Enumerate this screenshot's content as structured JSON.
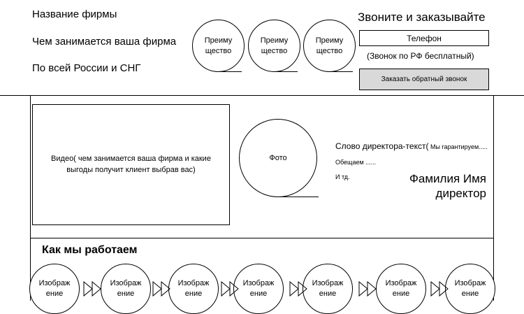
{
  "header": {
    "company_name": "Название фирмы",
    "company_activity": "Чем занимается ваша фирма",
    "coverage": "По всей России и СНГ",
    "advantages": [
      {
        "line1": "Преиму",
        "line2": "щество"
      },
      {
        "line1": "Преиму",
        "line2": "щество"
      },
      {
        "line1": "Преиму",
        "line2": "щество"
      }
    ],
    "call_heading": "Звоните и заказывайте",
    "phone_label": "Телефон",
    "free_call_note": "(Звонок по РФ бесплатный)",
    "callback_button": "Заказать обратный звонок"
  },
  "director": {
    "video_text_line1": "Видео( чем занимается ваша фирма и какие",
    "video_text_line2": "выгоды получит клиент выбрав вас)",
    "photo_label": "Фото",
    "speech_title": "Слово директора-текст(",
    "speech_small1": " Мы гарантируем.....",
    "speech_line2": "Обещаем ......",
    "speech_line3": "И тд.",
    "name_line1": "Фамилия Имя",
    "name_line2": "директор"
  },
  "how_we_work": {
    "title": "Как мы работаем",
    "steps": [
      {
        "line1": "Изображ",
        "line2": "ение"
      },
      {
        "line1": "Изображ",
        "line2": "ение"
      },
      {
        "line1": "Изображ",
        "line2": "ение"
      },
      {
        "line1": "Изображ",
        "line2": "ение"
      },
      {
        "line1": "Изображ",
        "line2": "ение"
      },
      {
        "line1": "Изображ",
        "line2": "ение"
      },
      {
        "line1": "Изображ",
        "line2": "ение"
      }
    ]
  },
  "colors": {
    "button_bg": "#d9d9d9",
    "border": "#000000",
    "background": "#ffffff"
  }
}
